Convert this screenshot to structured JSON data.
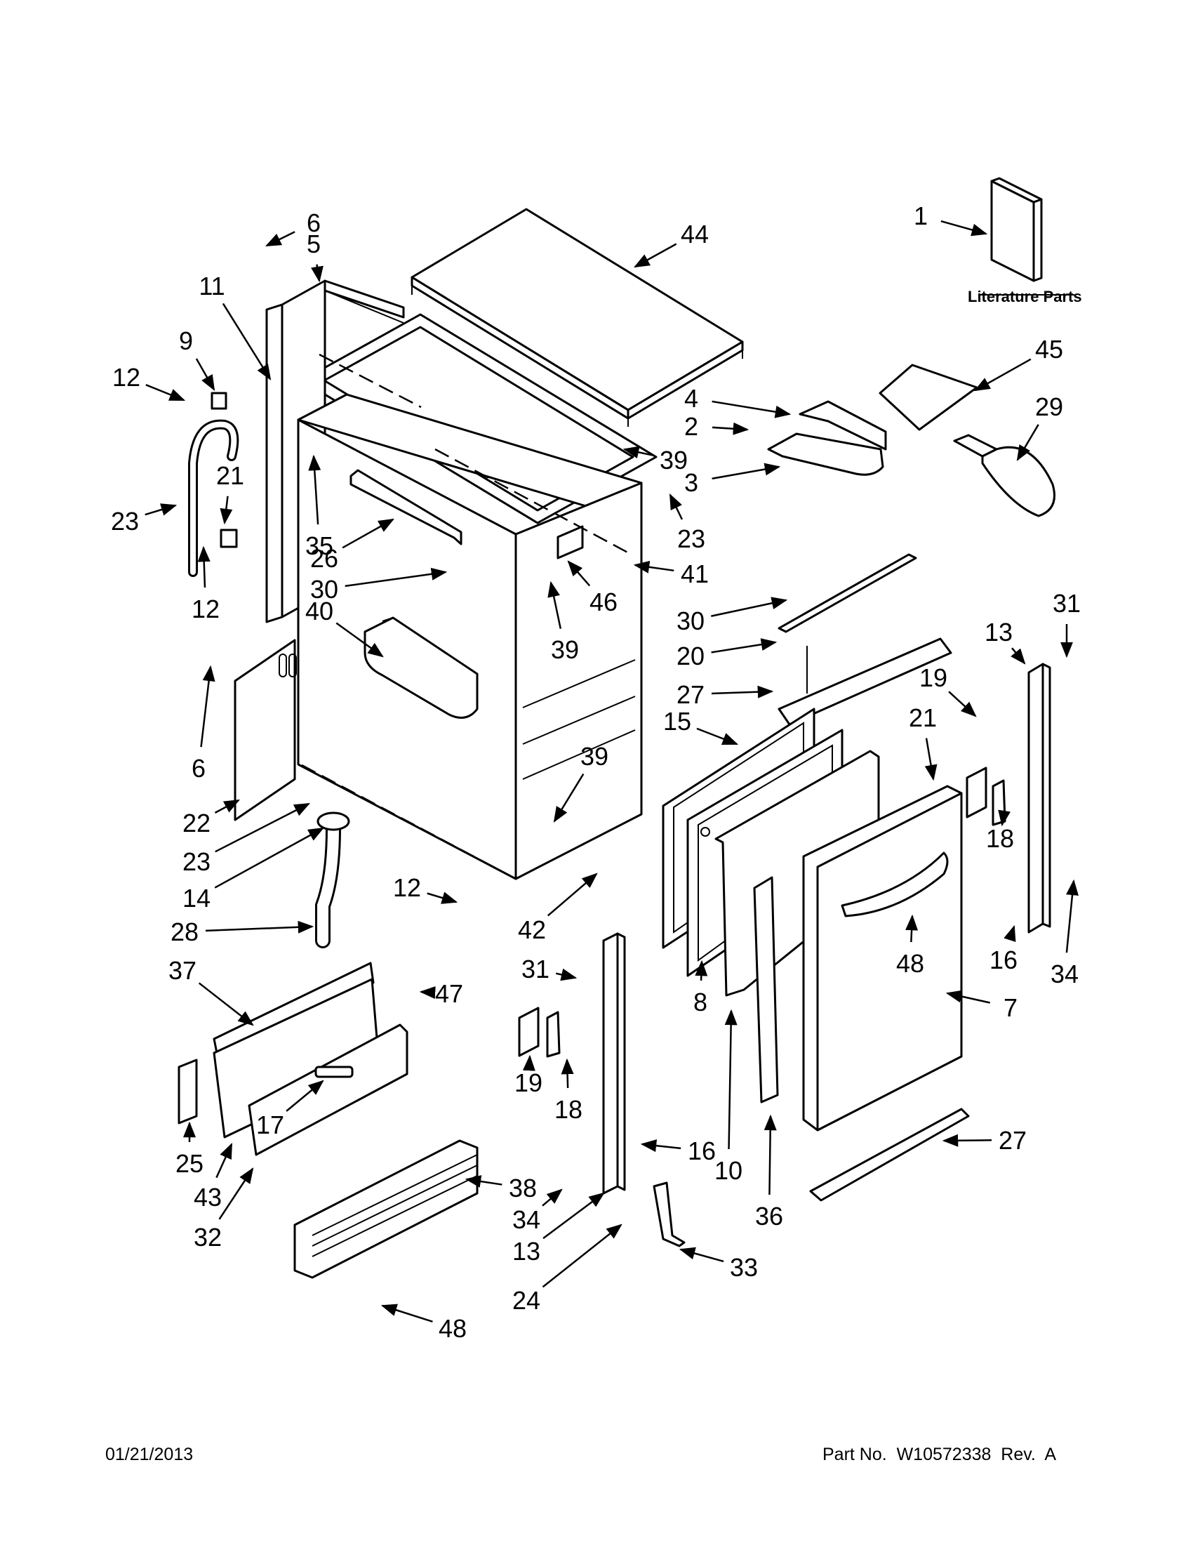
{
  "diagram": {
    "literature_label": "Literature Parts",
    "callouts": [
      {
        "id": "c-1",
        "text": "1"
      },
      {
        "id": "c-44",
        "text": "44"
      },
      {
        "id": "c-6a",
        "text": "6"
      },
      {
        "id": "c-5",
        "text": "5"
      },
      {
        "id": "c-11",
        "text": "11"
      },
      {
        "id": "c-9",
        "text": "9"
      },
      {
        "id": "c-12a",
        "text": "12"
      },
      {
        "id": "c-45",
        "text": "45"
      },
      {
        "id": "c-4",
        "text": "4"
      },
      {
        "id": "c-2",
        "text": "2"
      },
      {
        "id": "c-29",
        "text": "29"
      },
      {
        "id": "c-39a",
        "text": "39"
      },
      {
        "id": "c-3",
        "text": "3"
      },
      {
        "id": "c-21a",
        "text": "21"
      },
      {
        "id": "c-23a",
        "text": "23"
      },
      {
        "id": "c-35",
        "text": "35"
      },
      {
        "id": "c-23b",
        "text": "23"
      },
      {
        "id": "c-26",
        "text": "26"
      },
      {
        "id": "c-12b",
        "text": "12"
      },
      {
        "id": "c-30a",
        "text": "30"
      },
      {
        "id": "c-41",
        "text": "41"
      },
      {
        "id": "c-46",
        "text": "46"
      },
      {
        "id": "c-31a",
        "text": "31"
      },
      {
        "id": "c-30b",
        "text": "30"
      },
      {
        "id": "c-13a",
        "text": "13"
      },
      {
        "id": "c-40",
        "text": "40"
      },
      {
        "id": "c-39b",
        "text": "39"
      },
      {
        "id": "c-20",
        "text": "20"
      },
      {
        "id": "c-19a",
        "text": "19"
      },
      {
        "id": "c-27a",
        "text": "27"
      },
      {
        "id": "c-21b",
        "text": "21"
      },
      {
        "id": "c-15",
        "text": "15"
      },
      {
        "id": "c-6b",
        "text": "6"
      },
      {
        "id": "c-39c",
        "text": "39"
      },
      {
        "id": "c-18a",
        "text": "18"
      },
      {
        "id": "c-22",
        "text": "22"
      },
      {
        "id": "c-23c",
        "text": "23"
      },
      {
        "id": "c-14",
        "text": "14"
      },
      {
        "id": "c-12c",
        "text": "12"
      },
      {
        "id": "c-16a",
        "text": "16"
      },
      {
        "id": "c-48a",
        "text": "48"
      },
      {
        "id": "c-34a",
        "text": "34"
      },
      {
        "id": "c-42",
        "text": "42"
      },
      {
        "id": "c-28",
        "text": "28"
      },
      {
        "id": "c-37",
        "text": "37"
      },
      {
        "id": "c-31b",
        "text": "31"
      },
      {
        "id": "c-47",
        "text": "47"
      },
      {
        "id": "c-8",
        "text": "8"
      },
      {
        "id": "c-19b",
        "text": "19"
      },
      {
        "id": "c-18b",
        "text": "18"
      },
      {
        "id": "c-17",
        "text": "17"
      },
      {
        "id": "c-7",
        "text": "7"
      },
      {
        "id": "c-27b",
        "text": "27"
      },
      {
        "id": "c-25",
        "text": "25"
      },
      {
        "id": "c-16b",
        "text": "16"
      },
      {
        "id": "c-43",
        "text": "43"
      },
      {
        "id": "c-38",
        "text": "38"
      },
      {
        "id": "c-10",
        "text": "10"
      },
      {
        "id": "c-36",
        "text": "36"
      },
      {
        "id": "c-32",
        "text": "32"
      },
      {
        "id": "c-34b",
        "text": "34"
      },
      {
        "id": "c-13b",
        "text": "13"
      },
      {
        "id": "c-33",
        "text": "33"
      },
      {
        "id": "c-24",
        "text": "24"
      },
      {
        "id": "c-48b",
        "text": "48"
      }
    ]
  },
  "footer": {
    "date": "01/21/2013",
    "part_no": "Part No.  W10572338  Rev.  A"
  }
}
